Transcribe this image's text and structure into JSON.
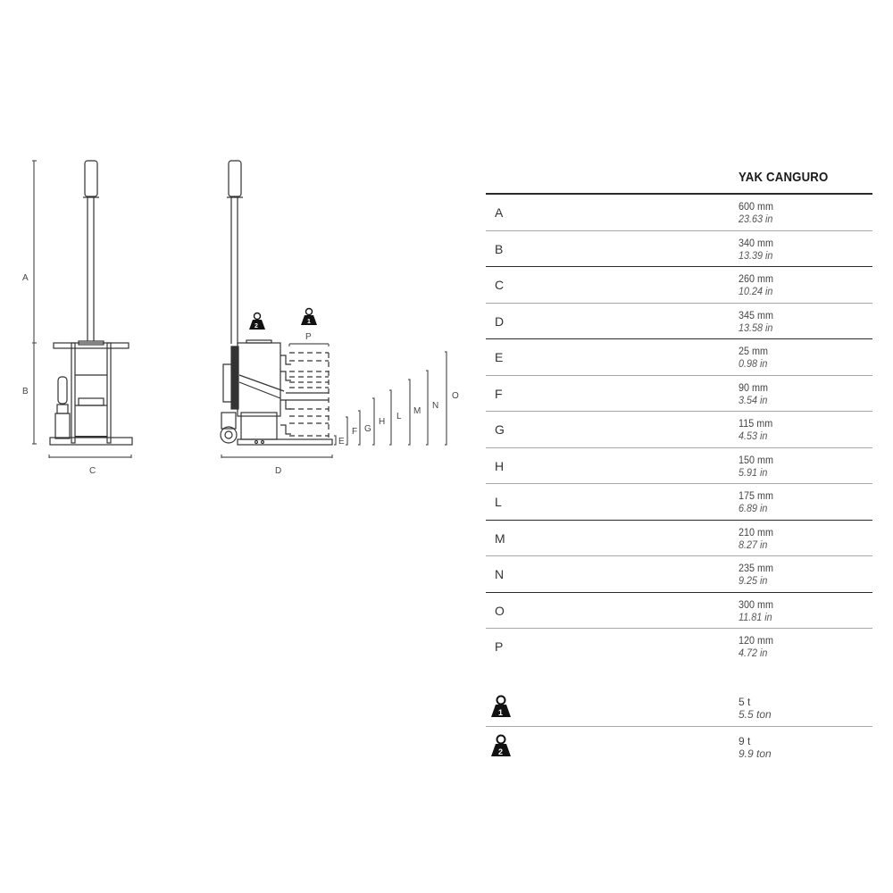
{
  "table": {
    "title": "YAK CANGURO",
    "rows": [
      {
        "label": "A",
        "mm": "600 mm",
        "in": "23.63 in"
      },
      {
        "label": "B",
        "mm": "340 mm",
        "in": "13.39 in"
      },
      {
        "label": "C",
        "mm": "260 mm",
        "in": "10.24 in"
      },
      {
        "label": "D",
        "mm": "345 mm",
        "in": "13.58 in"
      },
      {
        "label": "E",
        "mm": "25 mm",
        "in": "0.98 in"
      },
      {
        "label": "F",
        "mm": "90 mm",
        "in": "3.54 in"
      },
      {
        "label": "G",
        "mm": "115 mm",
        "in": "4.53 in"
      },
      {
        "label": "H",
        "mm": "150 mm",
        "in": "5.91 in"
      },
      {
        "label": "L",
        "mm": "175 mm",
        "in": "6.89 in"
      },
      {
        "label": "M",
        "mm": "210 mm",
        "in": "8.27 in"
      },
      {
        "label": "N",
        "mm": "235 mm",
        "in": "9.25 in"
      },
      {
        "label": "O",
        "mm": "300 mm",
        "in": "11.81 in"
      },
      {
        "label": "P",
        "mm": "120 mm",
        "in": "4.72 in"
      }
    ]
  },
  "weights": [
    {
      "icon": "weight-1-icon",
      "number": "1",
      "metric": "5 t",
      "imperial": "5.5 ton"
    },
    {
      "icon": "weight-2-icon",
      "number": "2",
      "metric": "9 t",
      "imperial": "9.9 ton"
    }
  ],
  "drawing": {
    "front_labels": {
      "A": "A",
      "B": "B",
      "C": "C"
    },
    "side_labels": {
      "D": "D",
      "E": "E",
      "F": "F",
      "G": "G",
      "H": "H",
      "L": "L",
      "M": "M",
      "N": "N",
      "O": "O",
      "P": "P"
    },
    "weight_markers": [
      "2",
      "1"
    ]
  }
}
